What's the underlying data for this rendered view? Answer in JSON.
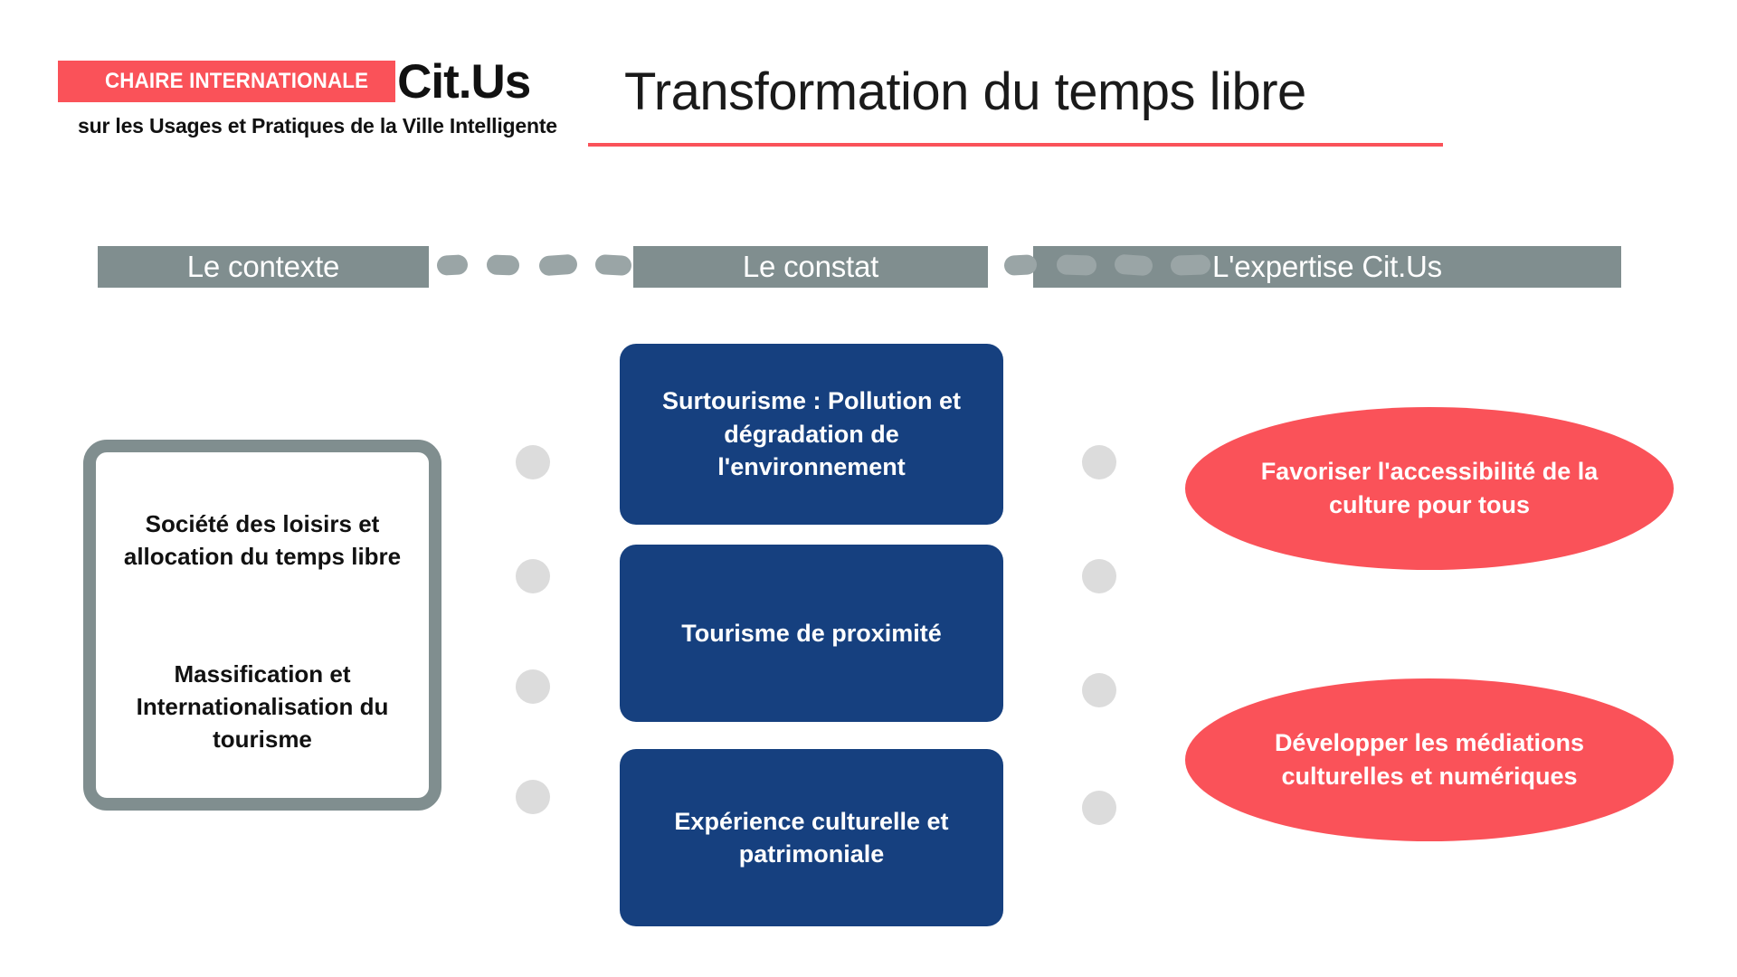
{
  "header": {
    "logo": {
      "band_text": "CHAIRE INTERNATIONALE",
      "brand": "Cit.Us",
      "tagline": "sur les Usages et Pratiques de la Ville Intelligente",
      "band_color": "#FA5259"
    },
    "title": "Transformation du temps libre",
    "title_underline_color": "#FA5259"
  },
  "stages": [
    {
      "label": "Le contexte"
    },
    {
      "label": "Le constat"
    },
    {
      "label": "L'expertise Cit.Us"
    }
  ],
  "columns": {
    "context": {
      "frame_color": "#808E8F",
      "cards": [
        {
          "text": "Société des loisirs et allocation du temps libre"
        },
        {
          "text": "Massification et Internationalisation du tourisme"
        }
      ]
    },
    "constat": {
      "card_color": "#16407F",
      "cards": [
        {
          "text": "Surtourisme : Pollution et dégradation de l'environnement"
        },
        {
          "text": "Tourisme de proximité"
        },
        {
          "text": "Expérience culturelle et patrimoniale"
        }
      ]
    },
    "expertise": {
      "ellipse_color": "#FA5259",
      "items": [
        {
          "text": "Favoriser l'accessibilité de la culture pour tous"
        },
        {
          "text": "Développer les médiations culturelles et numériques"
        }
      ]
    }
  },
  "connectors": {
    "dot_color": "#DCDCDC",
    "dash_color": "#9AA5A6",
    "left_gap_dot_count": 4,
    "right_gap_dot_count": 4
  }
}
